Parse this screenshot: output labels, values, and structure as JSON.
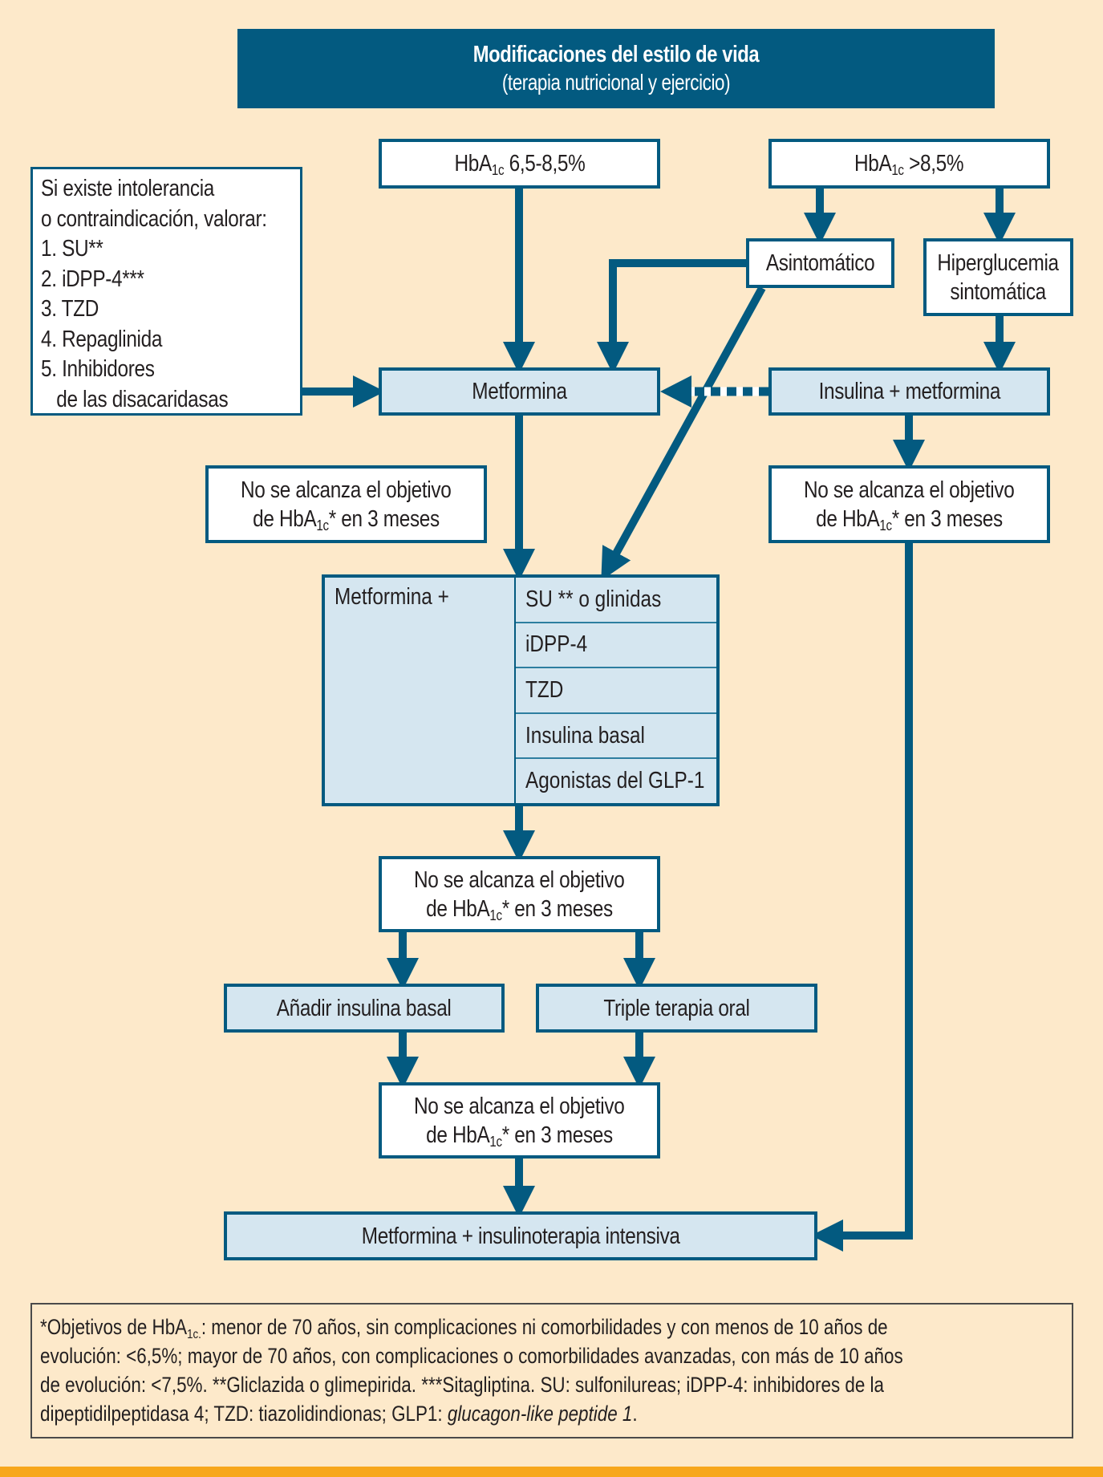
{
  "header": {
    "title": "Modificaciones del estilo de vida",
    "subtitle": "(terapia nutricional y ejercicio)"
  },
  "entry": {
    "hba1c_low": {
      "prefix": "HbA",
      "sub": "1c",
      "suffix": " 6,5-8,5%"
    },
    "hba1c_high": {
      "prefix": "HbA",
      "sub": "1c",
      "suffix": " >8,5%"
    }
  },
  "intolerance_note": {
    "lines": [
      "Si existe intolerancia",
      "o contraindicación, valorar:",
      "1. SU**",
      "2. iDPP-4***",
      "3. TZD",
      "4. Repaglinida",
      "5. Inhibidores",
      "   de las disacaridasas"
    ]
  },
  "nodes": {
    "asintomatico": "Asintomático",
    "hiperglucemia_line1": "Hiperglucemia",
    "hiperglucemia_line2": "sintomática",
    "metformina": "Metformina",
    "insulina_metformina": "Insulina + metformina",
    "not_reached": {
      "line1": "No se alcanza el objetivo",
      "line2_prefix": "de HbA",
      "line2_sub": "1c",
      "line2_suffix": "* en 3 meses"
    },
    "anadir_insulina": "Añadir insulina basal",
    "triple_terapia": "Triple terapia oral",
    "final": "Metformina + insulinoterapia intensiva"
  },
  "combination_table": {
    "left_label": "Metformina +",
    "options": [
      "SU ** o glinidas",
      "iDPP-4",
      "TZD",
      "Insulina basal",
      "Agonistas del GLP-1"
    ]
  },
  "footnote": {
    "line1_prefix": "*Objetivos de HbA",
    "line1_sub": "1c.",
    "line1_suffix": ": menor de 70 años, sin complicaciones ni comorbilidades y con menos de 10 años de",
    "line2": "evolución: <6,5%; mayor de 70 años, con complicaciones o comorbilidades avanzadas, con más de 10 años",
    "line3": "de evolución: <7,5%. **Gliclazida o glimepirida. ***Sitagliptina. SU: sulfonilureas; iDPP-4: inhibidores de la",
    "line4_prefix": "dipeptidilpeptidasa 4; TZD: tiazolidindionas; GLP1: ",
    "line4_italic": "glucagon-like peptide 1",
    "line4_suffix": "."
  },
  "colors": {
    "background": "#fde9ca",
    "primary": "#035a80",
    "box_blue": "#d5e6f0",
    "accent_bar": "#f7a71c"
  }
}
